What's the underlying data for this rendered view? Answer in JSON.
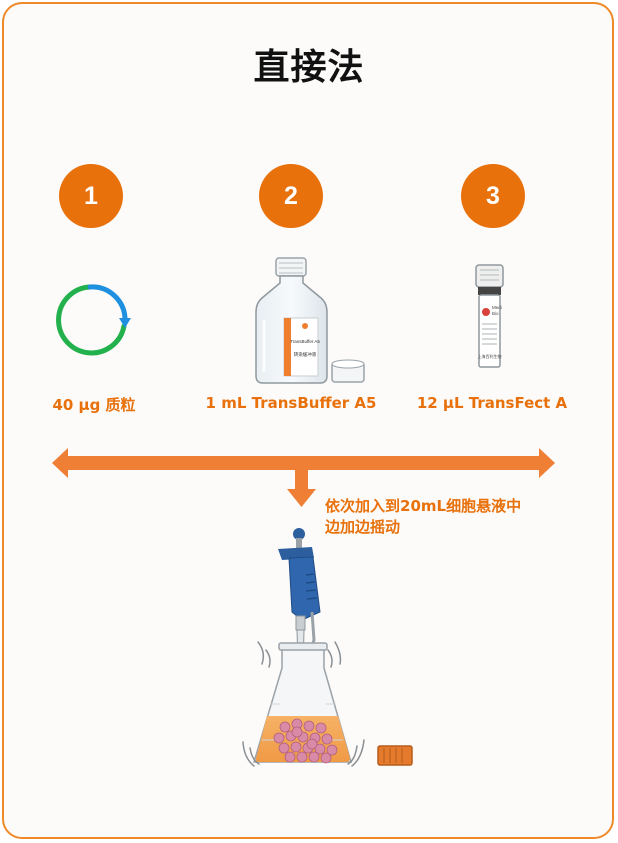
{
  "title": "直接法",
  "steps": [
    {
      "number": "1",
      "label": "40 µg 质粒"
    },
    {
      "number": "2",
      "label": "1 mL TransBuffer A5"
    },
    {
      "number": "3",
      "label": "12 µL TransFect A"
    }
  ],
  "bottle": {
    "label_line1": "TransBuffer A5",
    "label_line2": "转染缓冲液"
  },
  "vial": {
    "brand_line1": "Medi",
    "brand_line2": "Bio",
    "footer": "上海百利生物"
  },
  "instruction": {
    "line1": "依次加入到20mL细胞悬液中",
    "line2": "边加边摇动"
  },
  "colors": {
    "accent": "#e8710b",
    "arrow": "#ef7f35",
    "border": "#ef8a2b"
  }
}
